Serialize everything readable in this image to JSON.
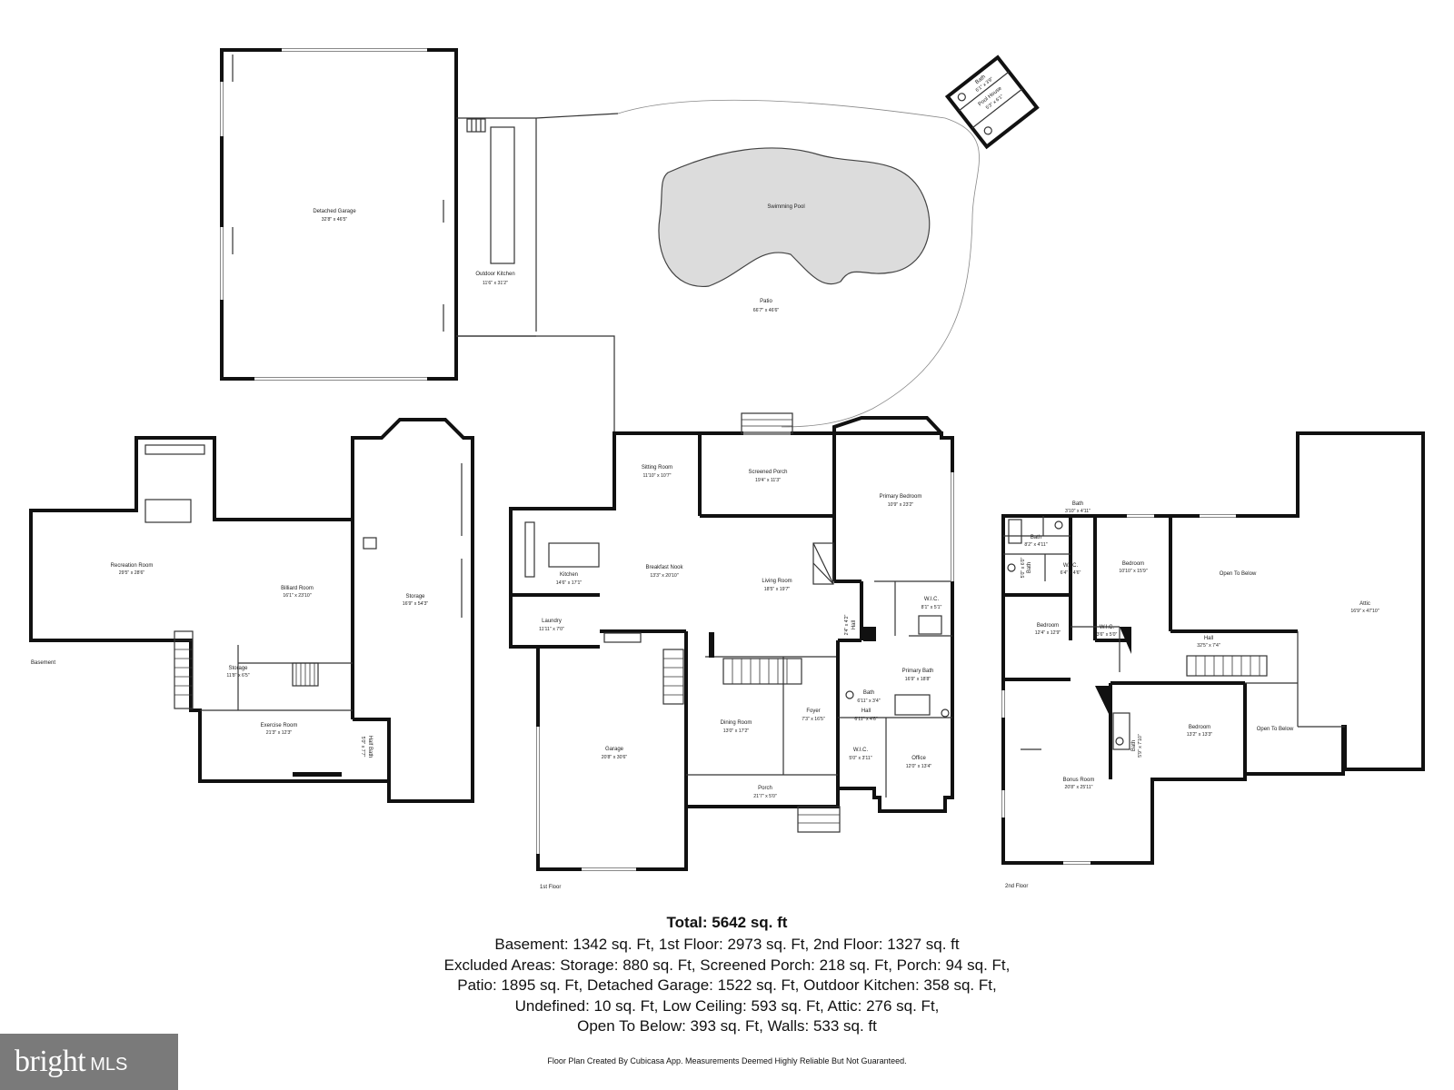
{
  "logo": {
    "word": "bright",
    "suffix": "MLS"
  },
  "levels": {
    "basement": "Basement",
    "first": "1st Floor",
    "second": "2nd Floor"
  },
  "rooms": {
    "detached_garage": {
      "name": "Detached Garage",
      "dim": "32'8\" x 46'5\""
    },
    "outdoor_kitchen": {
      "name": "Outdoor Kitchen",
      "dim": "11'6\" x 31'2\""
    },
    "swimming_pool": {
      "name": "Swimming Pool"
    },
    "patio": {
      "name": "Patio",
      "dim": "66'7\" x 46'6\""
    },
    "pool_bath": {
      "name": "Bath",
      "dim": "6'1\" x 3'9\""
    },
    "pool_house": {
      "name": "Pool House",
      "dim": "5'3\" x 6'1\""
    },
    "recreation_room": {
      "name": "Recreation Room",
      "dim": "29'5\" x 28'6\""
    },
    "billiard_room": {
      "name": "Billiard Room",
      "dim": "16'1\" x 23'10\""
    },
    "basement_storage_large": {
      "name": "Storage",
      "dim": "16'9\" x 54'3\""
    },
    "basement_storage_small": {
      "name": "Storage",
      "dim": "11'8\" x 6'5\""
    },
    "exercise_room": {
      "name": "Exercise Room",
      "dim": "21'3\" x 12'3\""
    },
    "half_bath": {
      "name": "Half Bath",
      "dim": "5'0\" x 7'7\""
    },
    "sitting_room": {
      "name": "Sitting Room",
      "dim": "11'10\" x 10'7\""
    },
    "screened_porch": {
      "name": "Screened Porch",
      "dim": "19'4\" x 11'3\""
    },
    "primary_bedroom": {
      "name": "Primary Bedroom",
      "dim": "10'9\" x 23'2\""
    },
    "kitchen": {
      "name": "Kitchen",
      "dim": "14'6\" x 17'1\""
    },
    "breakfast_nook": {
      "name": "Breakfast Nook",
      "dim": "13'3\" x 20'10\""
    },
    "living_room": {
      "name": "Living Room",
      "dim": "18'5\" x 19'7\""
    },
    "laundry": {
      "name": "Laundry",
      "dim": "11'11\" x 7'0\""
    },
    "primary_wic": {
      "name": "W.I.C.",
      "dim": "8'1\" x 5'1\""
    },
    "first_hall_small": {
      "name": "Hall",
      "dim": "2'4\" x 4'2\""
    },
    "primary_bath": {
      "name": "Primary Bath",
      "dim": "16'9\" x 18'8\""
    },
    "first_bath": {
      "name": "Bath",
      "dim": "6'11\" x 3'4\""
    },
    "first_hall": {
      "name": "Hall",
      "dim": "6'11\" x 4'6\""
    },
    "garage": {
      "name": "Garage",
      "dim": "20'8\" x 30'6\""
    },
    "dining_room": {
      "name": "Dining Room",
      "dim": "13'0\" x 17'2\""
    },
    "foyer": {
      "name": "Foyer",
      "dim": "7'3\" x 16'5\""
    },
    "first_wic": {
      "name": "W.I.C.",
      "dim": "5'0\" x 3'11\""
    },
    "office": {
      "name": "Office",
      "dim": "12'0\" x 13'4\""
    },
    "porch": {
      "name": "Porch",
      "dim": "21'7\" x 5'0\""
    },
    "second_bath_top": {
      "name": "Bath",
      "dim": "3'10\" x 4'11\""
    },
    "second_bath_a": {
      "name": "Bath",
      "dim": "8'2\" x 4'11\""
    },
    "second_bath_b": {
      "name": "Bath",
      "dim": "5'0\" x 6'0\""
    },
    "second_wic_a": {
      "name": "W.I.C.",
      "dim": "6'4\" x 4'6\""
    },
    "second_bedroom_a": {
      "name": "Bedroom",
      "dim": "10'10\" x 15'9\""
    },
    "open_to_below_a": {
      "name": "Open To Below"
    },
    "attic": {
      "name": "Attic",
      "dim": "16'9\" x 47'10\""
    },
    "second_bedroom_b": {
      "name": "Bedroom",
      "dim": "12'4\" x 12'9\""
    },
    "second_wic_b": {
      "name": "W.I.C.",
      "dim": "3'6\" x 5'0\""
    },
    "second_hall": {
      "name": "Hall",
      "dim": "32'5\" x 7'4\""
    },
    "second_bath_c": {
      "name": "Bath",
      "dim": "5'9\" x 7'10\""
    },
    "second_bedroom_c": {
      "name": "Bedroom",
      "dim": "13'2\" x 13'3\""
    },
    "open_to_below_b": {
      "name": "Open To Below"
    },
    "bonus_room": {
      "name": "Bonus Room",
      "dim": "20'8\" x 25'11\""
    }
  },
  "summary": {
    "total": "Total: 5642 sq. ft",
    "lines": [
      "Basement: 1342 sq. Ft, 1st Floor: 2973 sq. Ft, 2nd Floor: 1327 sq. ft",
      "Excluded Areas: Storage: 880 sq. Ft, Screened Porch: 218 sq. Ft, Porch: 94 sq. Ft,",
      "Patio: 1895 sq. Ft, Detached Garage: 1522 sq. Ft, Outdoor Kitchen: 358 sq. Ft,",
      "Undefined: 10 sq. Ft, Low Ceiling: 593 sq. Ft, Attic: 276 sq. Ft,",
      "Open To Below: 393 sq. Ft, Walls: 533 sq. ft"
    ],
    "disclaimer": "Floor Plan Created By Cubicasa App. Measurements Deemed Highly Reliable But Not Guaranteed."
  }
}
